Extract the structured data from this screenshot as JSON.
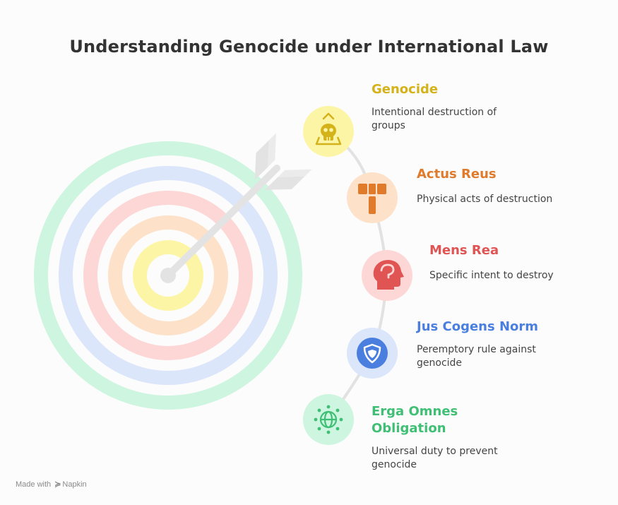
{
  "title": "Understanding Genocide under International Law",
  "items": [
    {
      "title": "Genocide",
      "desc_lines": [
        "Intentional destruction of",
        "groups"
      ],
      "color": "#d4b21a",
      "bg": "#fdf5a6",
      "icon": "skull-icon"
    },
    {
      "title": "Actus Reus",
      "desc_lines": [
        "Physical acts of destruction"
      ],
      "color": "#e07b2c",
      "bg": "#fde1c9",
      "icon": "gavel-icon"
    },
    {
      "title": "Mens Rea",
      "desc_lines": [
        "Specific intent to destroy"
      ],
      "color": "#e05454",
      "bg": "#fdd7d6",
      "icon": "head-mind-icon"
    },
    {
      "title": "Jus Cogens Norm",
      "desc_lines": [
        "Peremptory rule against",
        "genocide"
      ],
      "color": "#4a7fe0",
      "bg": "#dbe6fb",
      "icon": "shield-icon"
    },
    {
      "title_lines": [
        "Erga Omnes",
        "Obligation"
      ],
      "desc_lines": [
        "Universal duty to prevent",
        "genocide"
      ],
      "color": "#3fbf74",
      "bg": "#cdf5e0",
      "icon": "globe-network-icon"
    }
  ],
  "footer": {
    "prefix": "Made with",
    "brand": "Napkin"
  }
}
